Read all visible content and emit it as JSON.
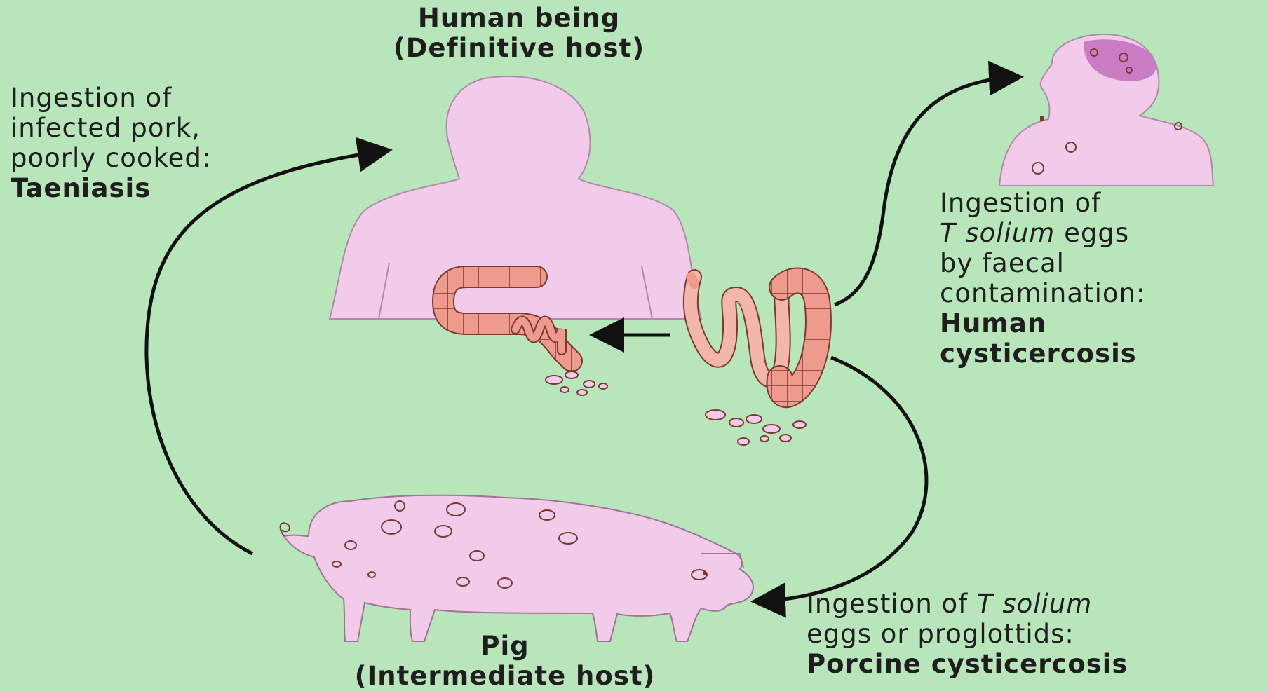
{
  "human": {
    "title_line1": "Human being",
    "title_line2": "(Definitive host)"
  },
  "pig": {
    "title_line1": "Pig",
    "title_line2": "(Intermediate host)"
  },
  "left_note": {
    "line1": "Ingestion of",
    "line2": "infected pork,",
    "line3": "poorly cooked:",
    "emphasis": "Taeniasis"
  },
  "right_note": {
    "line1": "Ingestion of",
    "line2_italic": "T solium",
    "line2_rest": " eggs",
    "line3": "by faecal",
    "line4": "contamination:",
    "emphasis1": "Human",
    "emphasis2": "cysticercosis"
  },
  "bottom_note": {
    "line1": "Ingestion of ",
    "line1_italic": "T solium",
    "line2": "eggs or proglottids:",
    "emphasis": "Porcine cysticercosis"
  },
  "colors": {
    "background": "#b9e5bb",
    "body_fill": "#f1cbe9",
    "intestine_fill": "#ee9a8c",
    "brain_fill": "#c97bc4",
    "arrow": "#111111"
  },
  "icons": [
    "human-silhouette-icon",
    "intestine-icon",
    "human-head-icon",
    "pig-icon",
    "proglottid-icon"
  ]
}
